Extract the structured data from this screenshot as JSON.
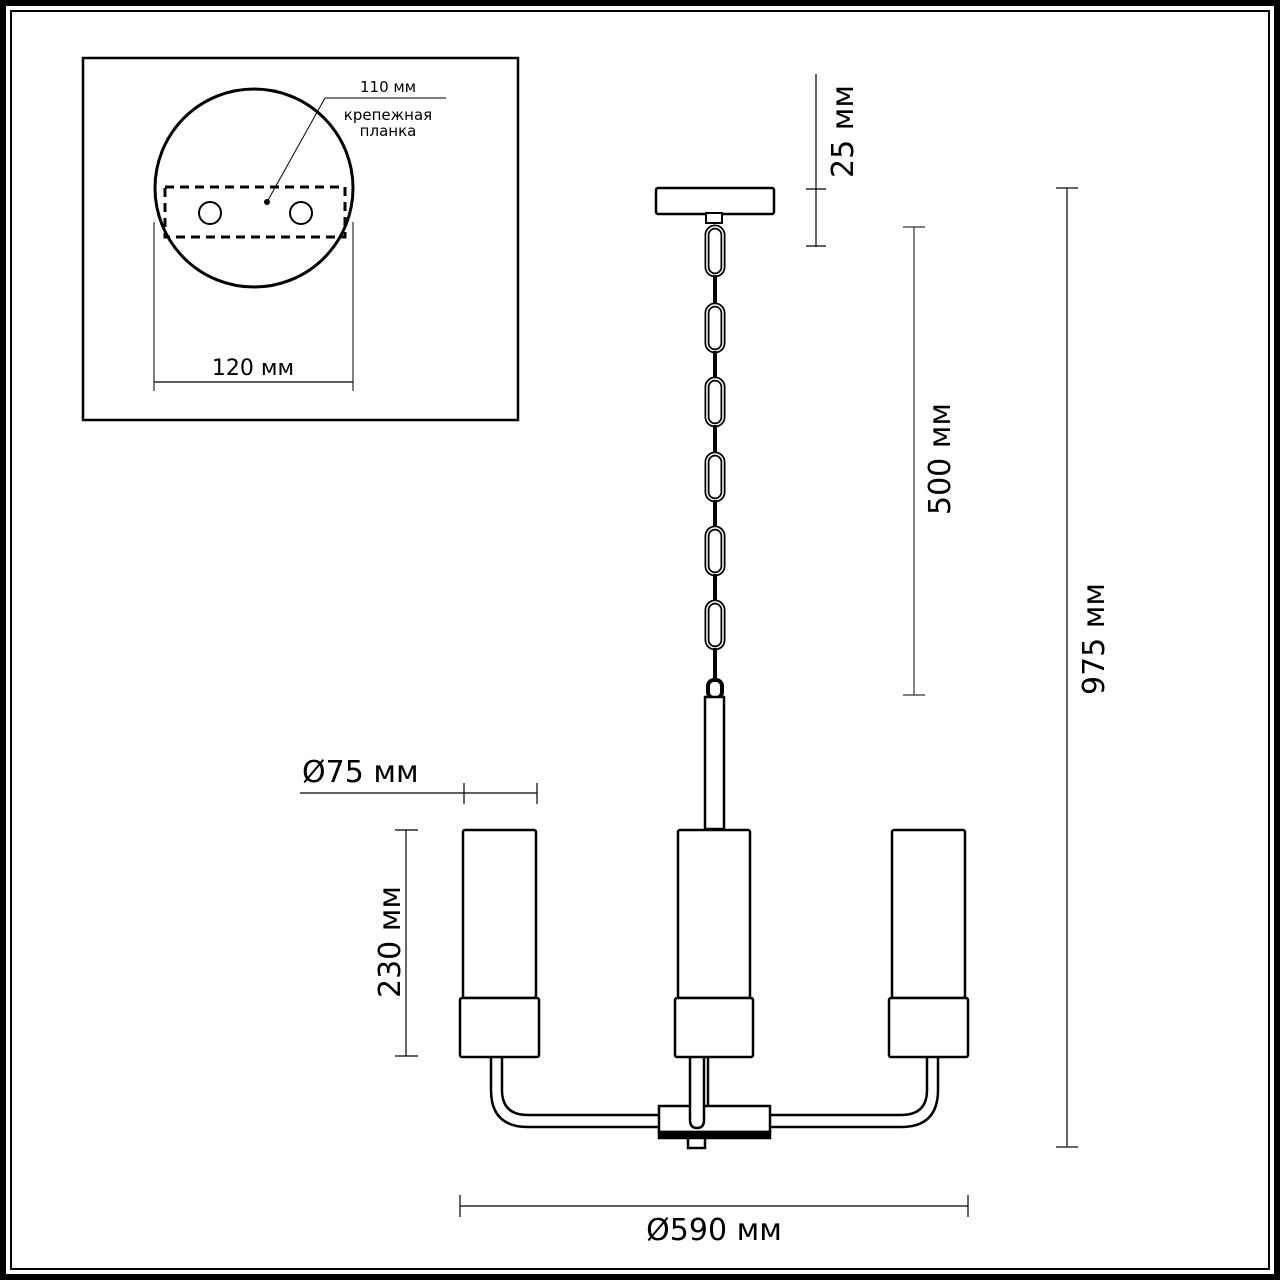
{
  "inset": {
    "title": "mounting-plate-detail",
    "bracket_length": "110 мм",
    "bracket_label_line1": "крепежная",
    "bracket_label_line2": "планка",
    "canopy_diameter": "120 мм"
  },
  "dimensions": {
    "canopy_height": "25 мм",
    "chain_length": "500 мм",
    "total_height": "975 мм",
    "shade_diameter": "Ø75 мм",
    "shade_height": "230 мм",
    "overall_diameter": "Ø590 мм"
  },
  "colors": {
    "line": "#000000",
    "dimension_line": "#333333",
    "background": "#ffffff"
  }
}
